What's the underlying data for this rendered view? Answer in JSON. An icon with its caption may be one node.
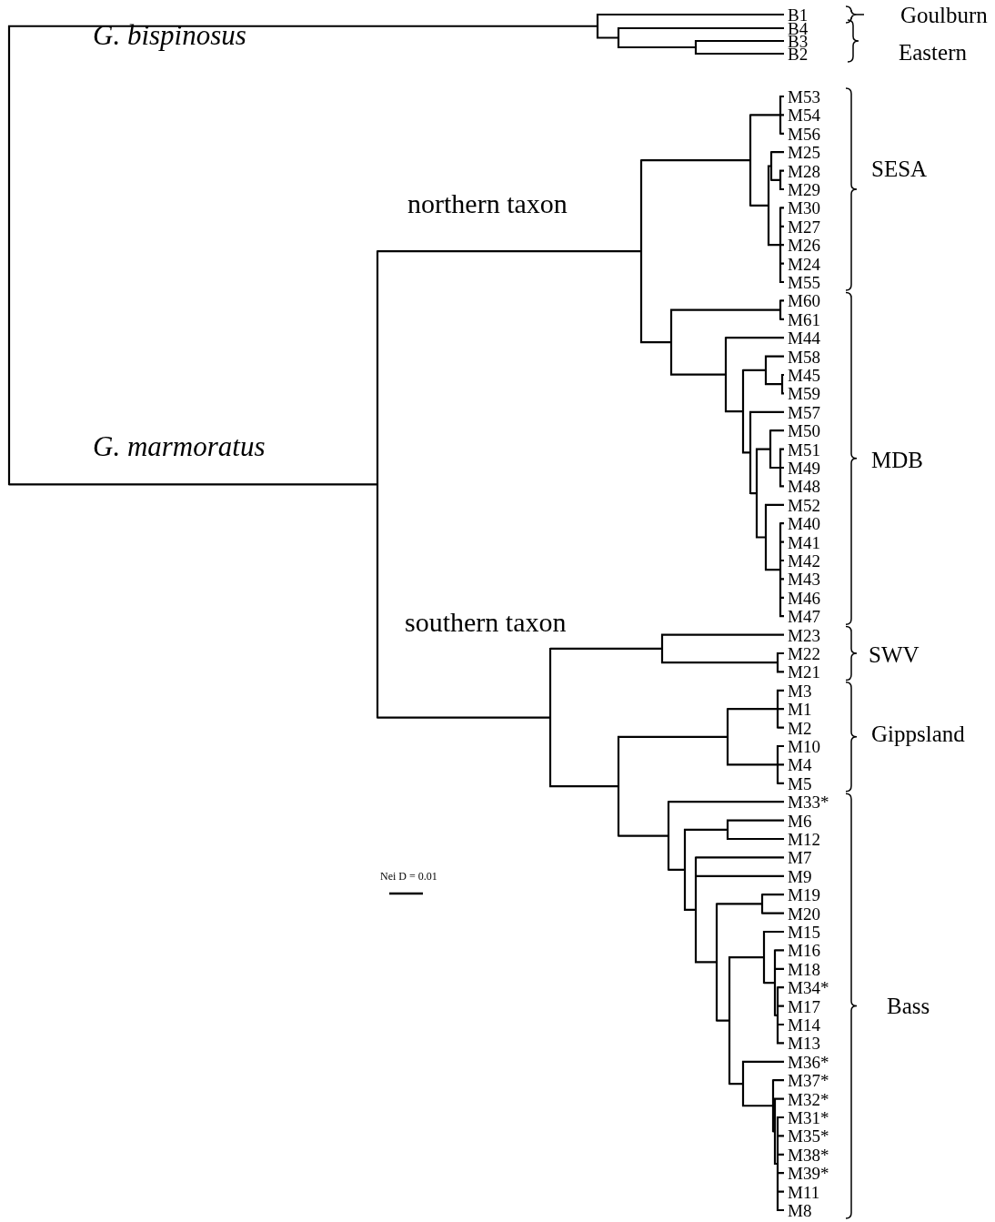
{
  "diagram": {
    "labels": [
      "B1",
      "Goulburn",
      "G. bispinosus",
      "B4",
      "Eastern",
      "B3",
      "B2",
      "northern taxon",
      "M53",
      "M54",
      "M56",
      "M25",
      "M28",
      "M29",
      "M30",
      "M27",
      "M26",
      "M24",
      "M55",
      "SESA",
      "M60",
      "M61",
      "M44",
      "M58",
      "M45",
      "M59",
      "M57",
      "M50",
      "M51",
      "M49",
      "M48",
      "M52",
      "M40",
      "M41",
      "M42",
      "M43",
      "M46",
      "M47",
      "G. marmoratus",
      "MDB",
      "southern taxon",
      "M23",
      "M22",
      "M21",
      "SWV",
      "M3",
      "M1",
      "M2",
      "M10",
      "M4",
      "M5",
      "Gippsland",
      "M33*",
      "M6",
      "M12",
      "M7",
      "M9",
      "M19",
      "M20",
      "M15",
      "M16",
      "M18",
      "M34*",
      "M17",
      "M14",
      "M13",
      "M36*",
      "M37*",
      "M32*",
      "M31*",
      "M35*",
      "M38*",
      "M39*",
      "M11",
      "M8",
      "Nei D = 0.01",
      "Bass"
    ]
  }
}
